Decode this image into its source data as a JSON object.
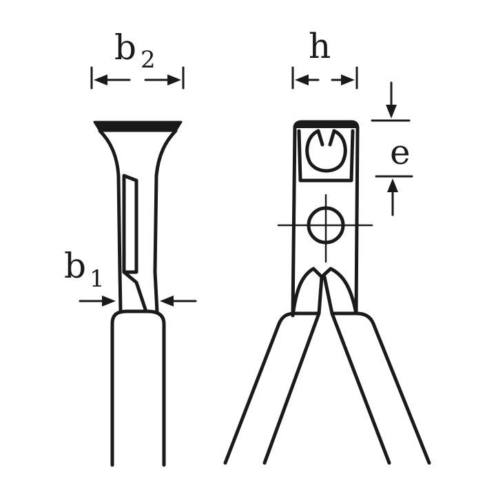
{
  "labels": {
    "b2": {
      "main": "b",
      "sub": "2"
    },
    "b1": {
      "main": "b",
      "sub": "1"
    },
    "h": "h",
    "e": "e"
  },
  "colors": {
    "ink": "#1a1a1a",
    "background": "#ffffff"
  }
}
